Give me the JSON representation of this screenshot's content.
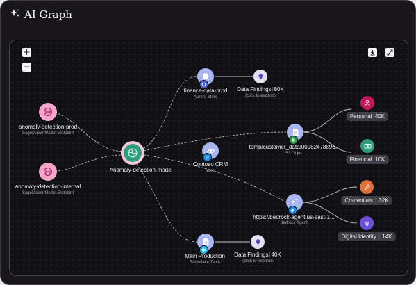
{
  "header": {
    "title": "AI Graph",
    "icon": "sparkles-icon"
  },
  "controls": {
    "zoom_in": "+",
    "zoom_out": "−"
  },
  "nodes": {
    "prod": {
      "name": "anomaly-detection-prod",
      "type": "SageMaker Model Endpoint",
      "color": "#f5a7c9"
    },
    "internal": {
      "name": "anomaly-detection-internal",
      "type": "SageMaker Model Endpoint",
      "color": "#f5a7c9"
    },
    "model": {
      "name": "Anomaly-detection-model",
      "color": "#2e9e7a"
    },
    "finance": {
      "name": "finance-data-prod",
      "type": "Aurora Store"
    },
    "crm": {
      "name": "Contoso CRM",
      "type": "Web"
    },
    "s3": {
      "name": "temp/customer_data/00982478896...",
      "type": "S3 Object"
    },
    "bedrock": {
      "name": "https://bedrock-agent.us-east-1...",
      "type": "Bedrock Agent"
    },
    "snowflake": {
      "name": "Main Production",
      "type": "Snowflake Table"
    },
    "findings1": {
      "label": "Data Findings",
      "count": "80K",
      "hint": "(click to expand)"
    },
    "findings2": {
      "label": "Data Findings",
      "count": "40K",
      "hint": "(click to expand)"
    }
  },
  "categories": [
    {
      "name": "Personal",
      "count": "40K",
      "color": "#c2185b"
    },
    {
      "name": "Financial",
      "count": "10K",
      "color": "#2e9e7a"
    },
    {
      "name": "Credentials",
      "count": "32K",
      "color": "#e0703a"
    },
    {
      "name": "Digital Identity",
      "count": "14K",
      "color": "#6b4fd8"
    }
  ]
}
